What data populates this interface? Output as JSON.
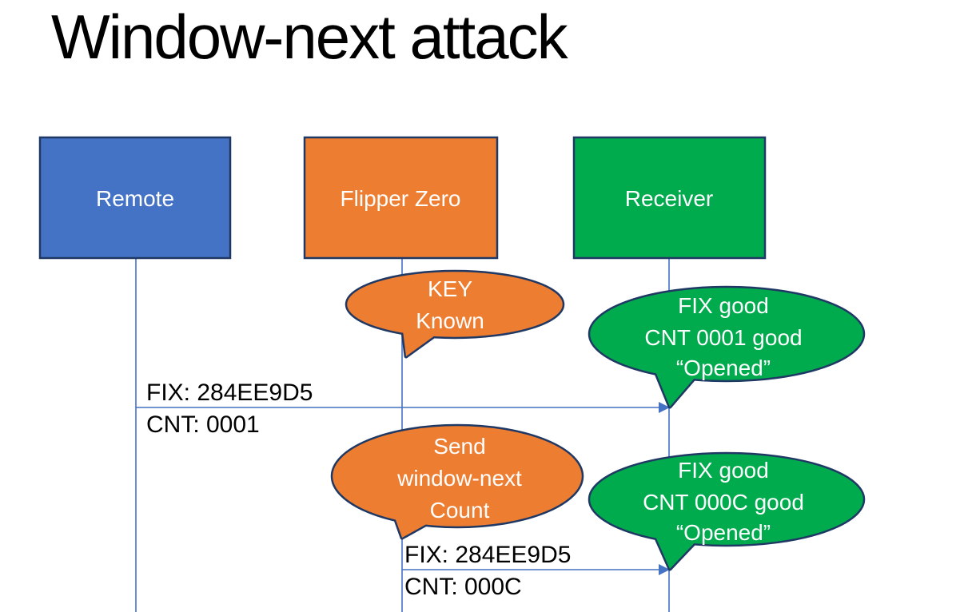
{
  "slide": {
    "title": "Window-next attack"
  },
  "colors": {
    "remote_blue": "#4472C4",
    "flipper_orange": "#ED7D31",
    "receiver_green": "#00AB4E",
    "outline_navy": "#1F3864",
    "connector_blue": "#4472C4",
    "label_black": "#000000",
    "text_white": "#FFFFFF"
  },
  "actors": [
    {
      "label": "Remote"
    },
    {
      "label": "Flipper Zero"
    },
    {
      "label": "Receiver"
    }
  ],
  "callouts": [
    {
      "speaker": "Flipper Zero",
      "lines": [
        "KEY",
        "Known"
      ]
    },
    {
      "speaker": "Receiver",
      "lines": [
        "FIX good",
        "CNT 0001 good",
        "“Opened”"
      ]
    },
    {
      "speaker": "Flipper Zero",
      "lines": [
        "Send",
        "window-next",
        "Count"
      ]
    },
    {
      "speaker": "Receiver",
      "lines": [
        "FIX good",
        "CNT 000C good",
        "“Opened”"
      ]
    }
  ],
  "messages": [
    {
      "from": "Remote",
      "to": "Receiver",
      "line1": "FIX: 284EE9D5",
      "line2": "CNT: 0001"
    },
    {
      "from": "Flipper Zero",
      "to": "Receiver",
      "line1": "FIX: 284EE9D5",
      "line2": "CNT: 000C"
    }
  ]
}
